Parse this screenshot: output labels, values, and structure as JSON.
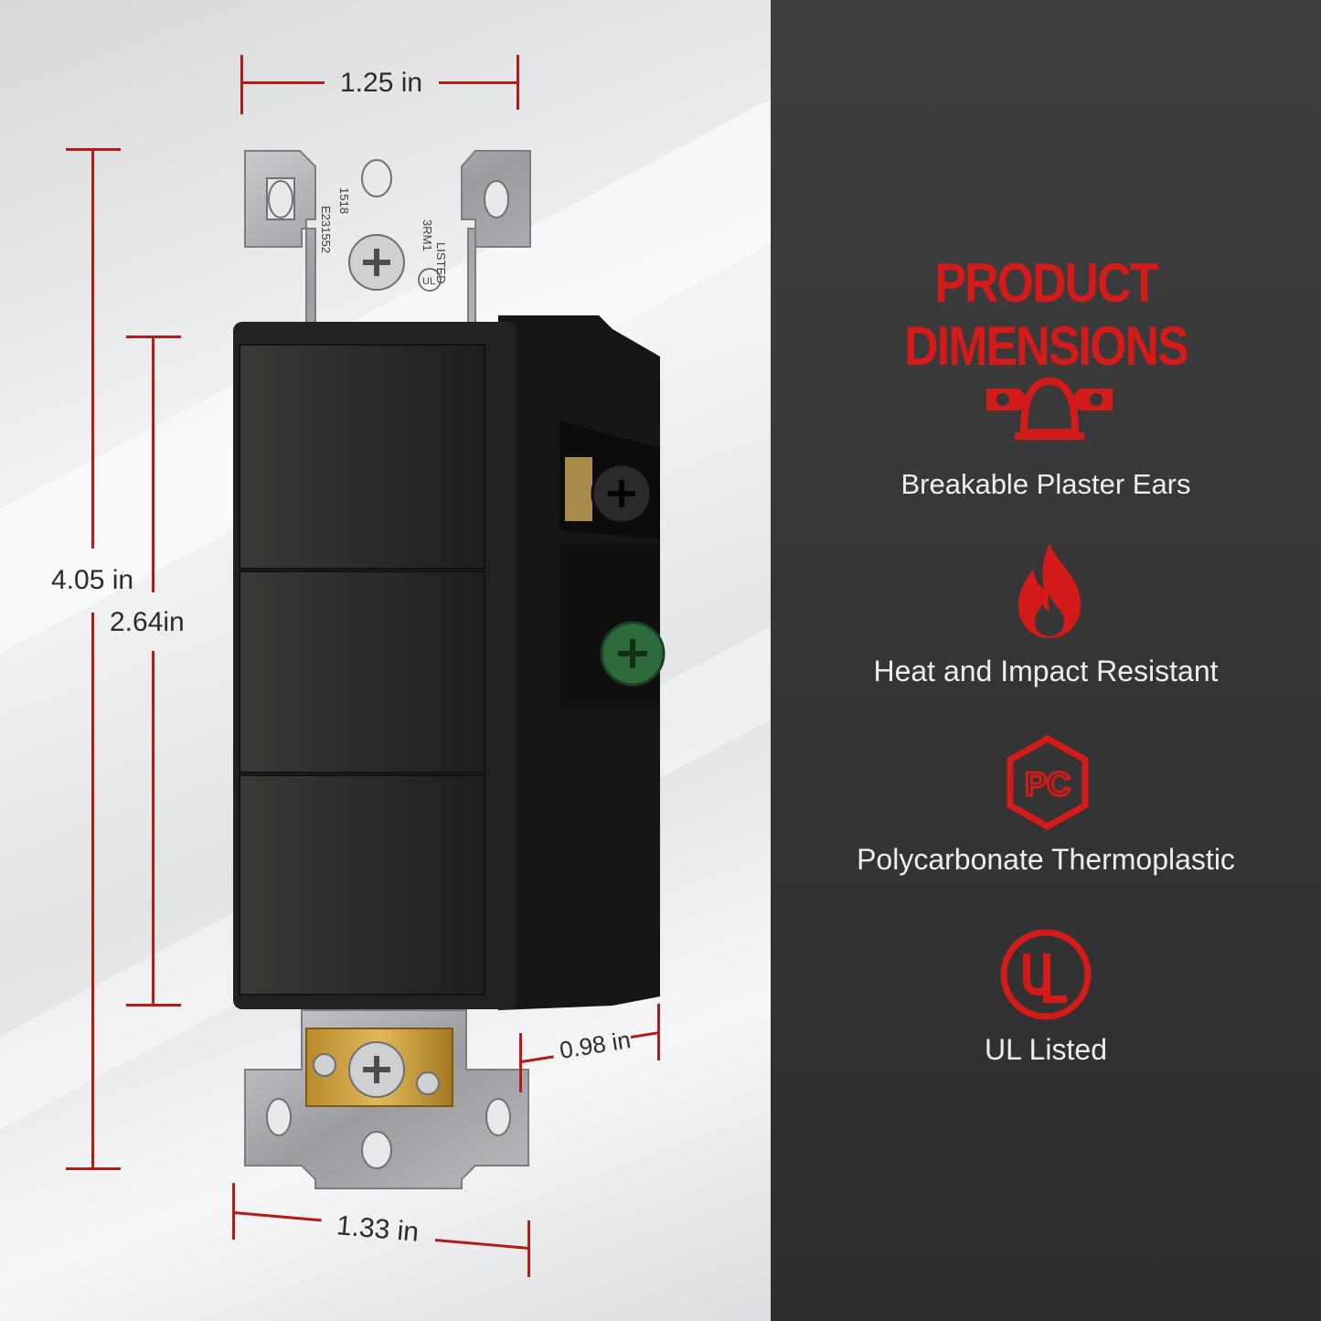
{
  "dimensions": {
    "top_width": "1.25 in",
    "total_height": "4.05 in",
    "body_height": "2.64in",
    "depth": "0.98 in",
    "bottom_width": "1.33 in"
  },
  "panel": {
    "title": "PRODUCT DIMENSIONS",
    "features": [
      {
        "icon": "plaster-ears-icon",
        "label": "Breakable Plaster Ears"
      },
      {
        "icon": "flame-icon",
        "label": "Heat and Impact Resistant"
      },
      {
        "icon": "pc-hexagon-icon",
        "label": "Polycarbonate Thermoplastic"
      },
      {
        "icon": "ul-logo-icon",
        "label": "UL Listed"
      }
    ]
  },
  "device": {
    "strap_marking_lines": [
      "LISTED",
      "3RM1",
      "1518",
      "E231552"
    ],
    "ul_mark": "UL"
  },
  "colors": {
    "accent_red": "#d51a1a",
    "dim_line_red": "#b31b1b",
    "switch_body": "#2c2b29",
    "panel_bg": "#363637"
  }
}
